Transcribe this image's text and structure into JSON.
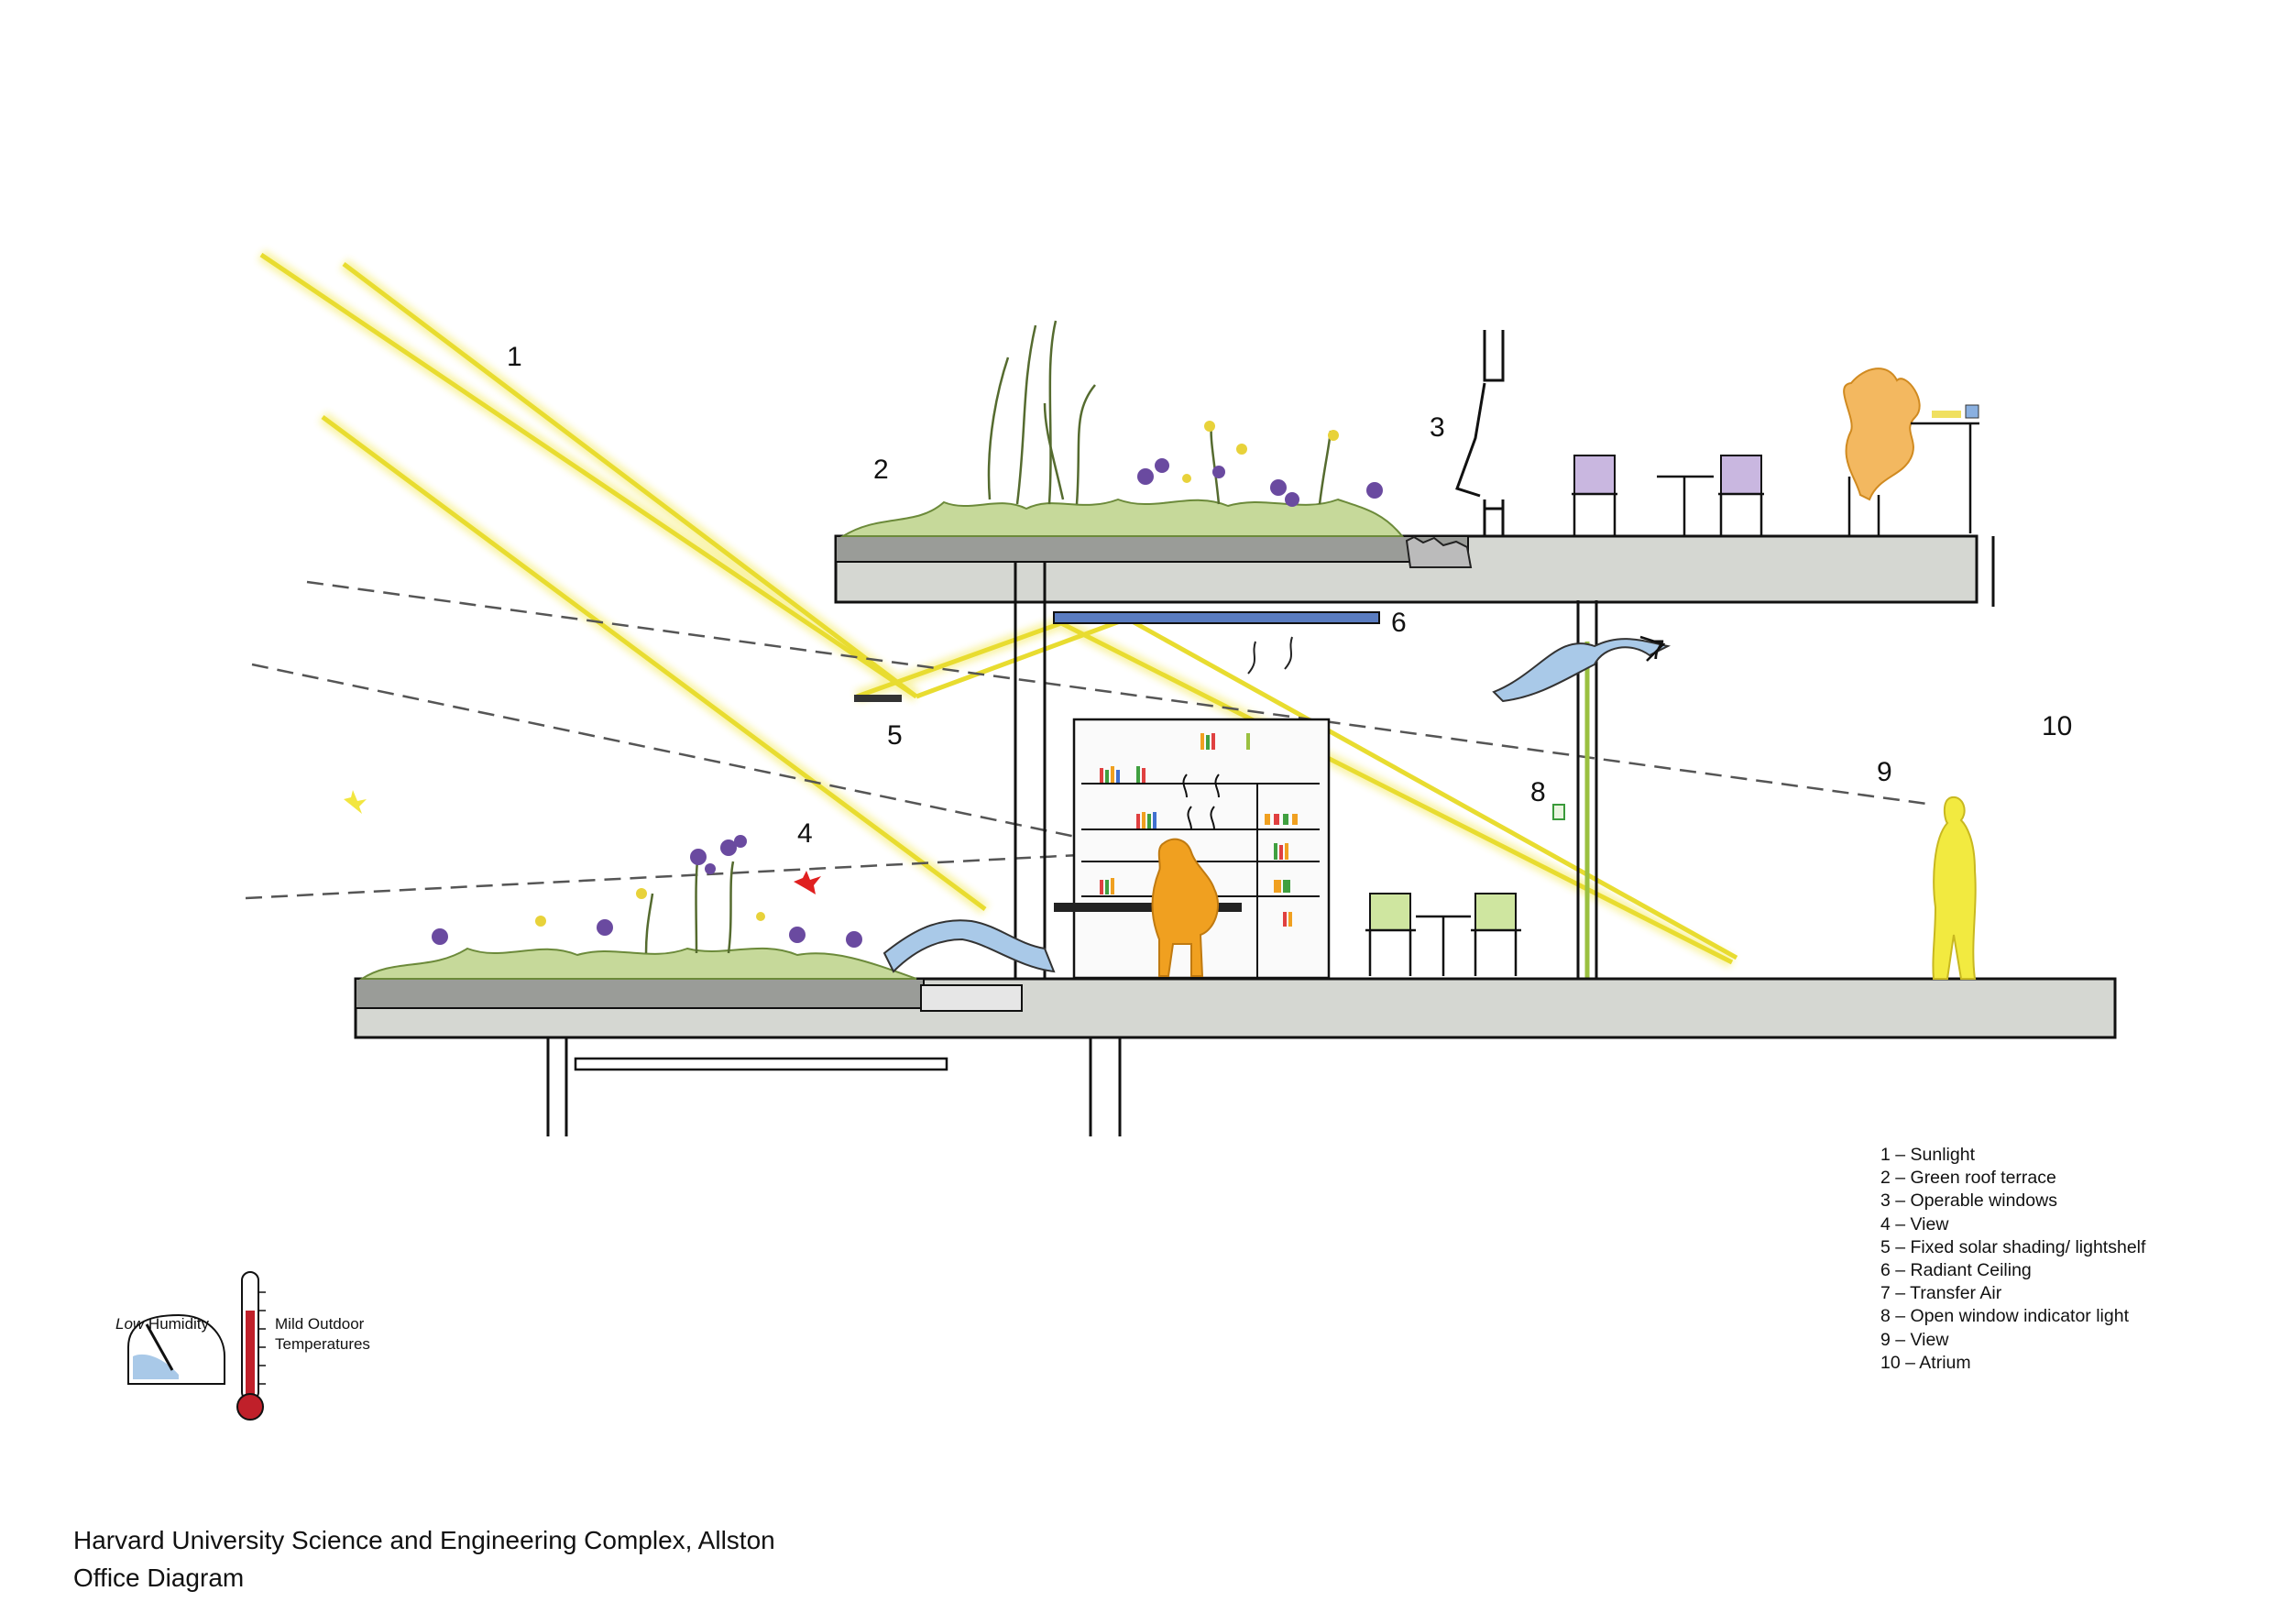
{
  "callouts": {
    "c1": "1",
    "c2": "2",
    "c3": "3",
    "c4": "4",
    "c5": "5",
    "c6": "6",
    "c7": "7",
    "c8": "8",
    "c9": "9",
    "c10": "10"
  },
  "legend": [
    "1 – Sunlight",
    "2 – Green roof terrace",
    "3 – Operable windows",
    "4 – View",
    "5 – Fixed solar shading/ lightshelf",
    "6 – Radiant Ceiling",
    "7 – Transfer Air",
    "8 – Open window indicator light",
    "9 – View",
    "10 – Atrium"
  ],
  "climate": {
    "humidity_low": "Low",
    "humidity_word": " Humidity",
    "temp_line1": "Mild Outdoor",
    "temp_line2": "Temperatures"
  },
  "caption": {
    "line1": "Harvard University Science and Engineering Complex, Allston",
    "line2": "Office Diagram"
  },
  "colors": {
    "sunlight": "#f2e640",
    "slab": "#d5d7d2",
    "green_roof": "#c6d99a",
    "flower": "#6a4aa0",
    "person_lower": "#f0a020",
    "person_upper": "#f3b860",
    "person_atrium": "#f2ea40",
    "chair_upper": "#c9b7e0",
    "chair_lower": "#cfe6a0",
    "air": "#a9c9e8",
    "thermometer": "#c0202a"
  },
  "icons": [
    "hygrometer-icon",
    "thermometer-icon"
  ]
}
